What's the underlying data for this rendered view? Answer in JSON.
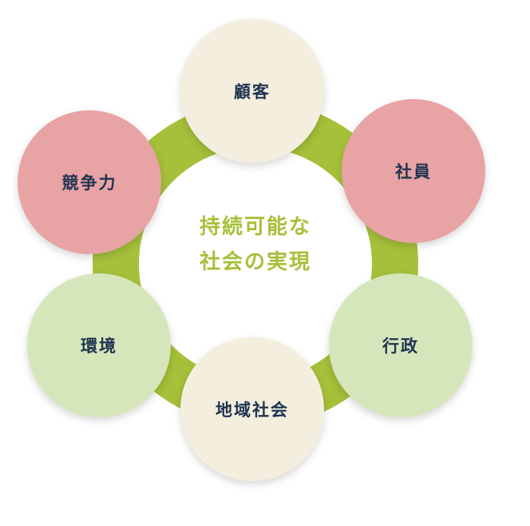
{
  "center": {
    "line1": "持続可能な",
    "line2": "社会の実現"
  },
  "nodes": {
    "customer": "顧客",
    "employee": "社員",
    "administration": "行政",
    "community": "地域社会",
    "environment": "環境",
    "competitiveness": "競争力"
  },
  "colors": {
    "ring": "#a6c03a",
    "center_text": "#a6c03a",
    "label_text": "#1f3350",
    "cream": "#f3eedd",
    "pink": "#e8a3a4",
    "light_green": "#d6e6bb"
  }
}
